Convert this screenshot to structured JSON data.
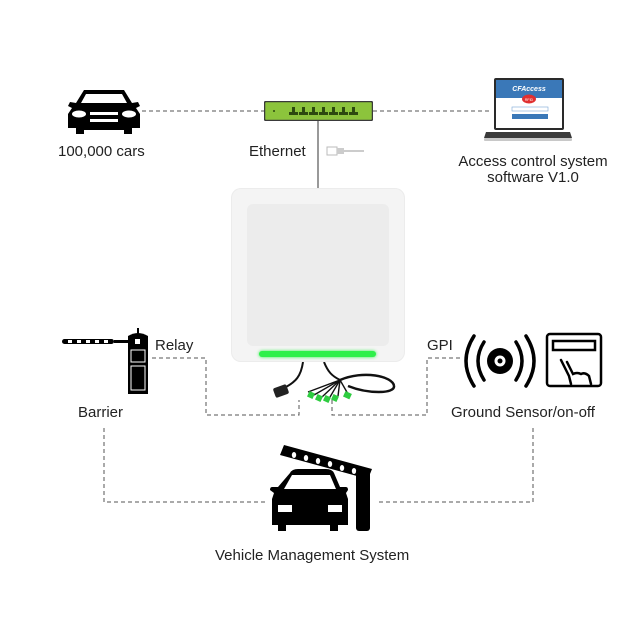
{
  "diagram": {
    "nodes": {
      "cars": {
        "label": "100,000 cars",
        "icon": "car-front-icon"
      },
      "ethernet": {
        "label": "Ethernet",
        "icon": "network-switch-icon",
        "connector_icon": "rj45-plug-icon",
        "switch_color": "#8cc43c"
      },
      "software": {
        "label_line1": "Access control system",
        "label_line2": "software V1.0",
        "icon": "laptop-icon",
        "screen": {
          "brand": "CFAccess",
          "badge": "RFID",
          "button": "Sign In"
        }
      },
      "reader": {
        "icon": "uhf-rfid-reader-icon",
        "led_color": "#2ef04a",
        "body_color": "#f2f2f2"
      },
      "barrier": {
        "label": "Barrier",
        "port_label": "Relay",
        "icon": "barrier-gate-icon"
      },
      "sensor": {
        "label": "Ground Sensor/on-off",
        "port_label": "GPI",
        "icons": [
          "ground-sensor-icon",
          "touch-switch-icon"
        ]
      },
      "vms": {
        "label": "Vehicle Management System",
        "icon": "car-barrier-icon"
      }
    },
    "edges": [
      {
        "from": "cars",
        "to": "ethernet",
        "style": "dashed"
      },
      {
        "from": "ethernet",
        "to": "software",
        "style": "dashed"
      },
      {
        "from": "ethernet",
        "to": "reader",
        "style": "solid"
      },
      {
        "from": "reader",
        "to": "barrier",
        "via": "Relay",
        "style": "dashed"
      },
      {
        "from": "reader",
        "to": "sensor",
        "via": "GPI",
        "style": "dashed"
      },
      {
        "from": "barrier",
        "to": "vms",
        "style": "dashed"
      },
      {
        "from": "sensor",
        "to": "vms",
        "style": "dashed"
      }
    ]
  }
}
